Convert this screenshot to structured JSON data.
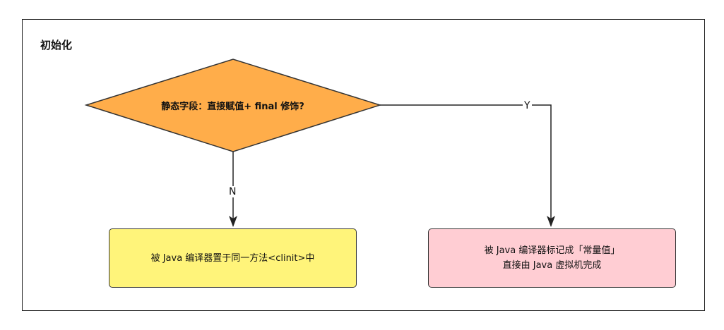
{
  "diagram": {
    "title": "初始化",
    "decision": {
      "text": "静态字段：直接赋值+ final 修饰?"
    },
    "branch_n": {
      "label": "N",
      "text": "被 Java 编译器置于同一方法<clinit>中",
      "fill": "#fff47a"
    },
    "branch_y": {
      "label": "Y",
      "text_line1": "被 Java 编译器标记成「常量值」",
      "text_line2": "直接由 Java 虚拟机完成",
      "fill": "#ffcdd3"
    },
    "decision_fill": "#ffad4a"
  }
}
